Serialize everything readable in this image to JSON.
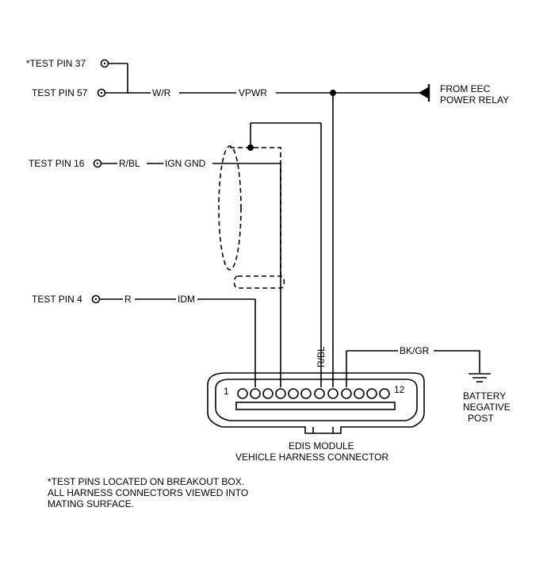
{
  "test_pins": {
    "pin37": "*TEST PIN 37",
    "pin57": "TEST PIN 57",
    "pin16": "TEST PIN 16",
    "pin4": "TEST PIN 4"
  },
  "wires": {
    "wr": "W/R",
    "vpwr": "VPWR",
    "rbl_left": "R/BL",
    "ign_gnd": "IGN GND",
    "r": "R",
    "idm": "IDM",
    "rbl_vertical": "R/BL",
    "bkgr": "BK/GR"
  },
  "eec": {
    "line1": "FROM EEC",
    "line2": "POWER RELAY"
  },
  "battery": {
    "line1": "BATTERY",
    "line2": "NEGATIVE",
    "line3": "POST"
  },
  "connector": {
    "pin_first": "1",
    "pin_last": "12",
    "line1": "EDIS MODULE",
    "line2": "VEHICLE HARNESS CONNECTOR"
  },
  "notes": {
    "line1": "*TEST PINS LOCATED ON BREAKOUT BOX.",
    "line2": "ALL HARNESS CONNECTORS VIEWED INTO",
    "line3": "MATING SURFACE."
  }
}
